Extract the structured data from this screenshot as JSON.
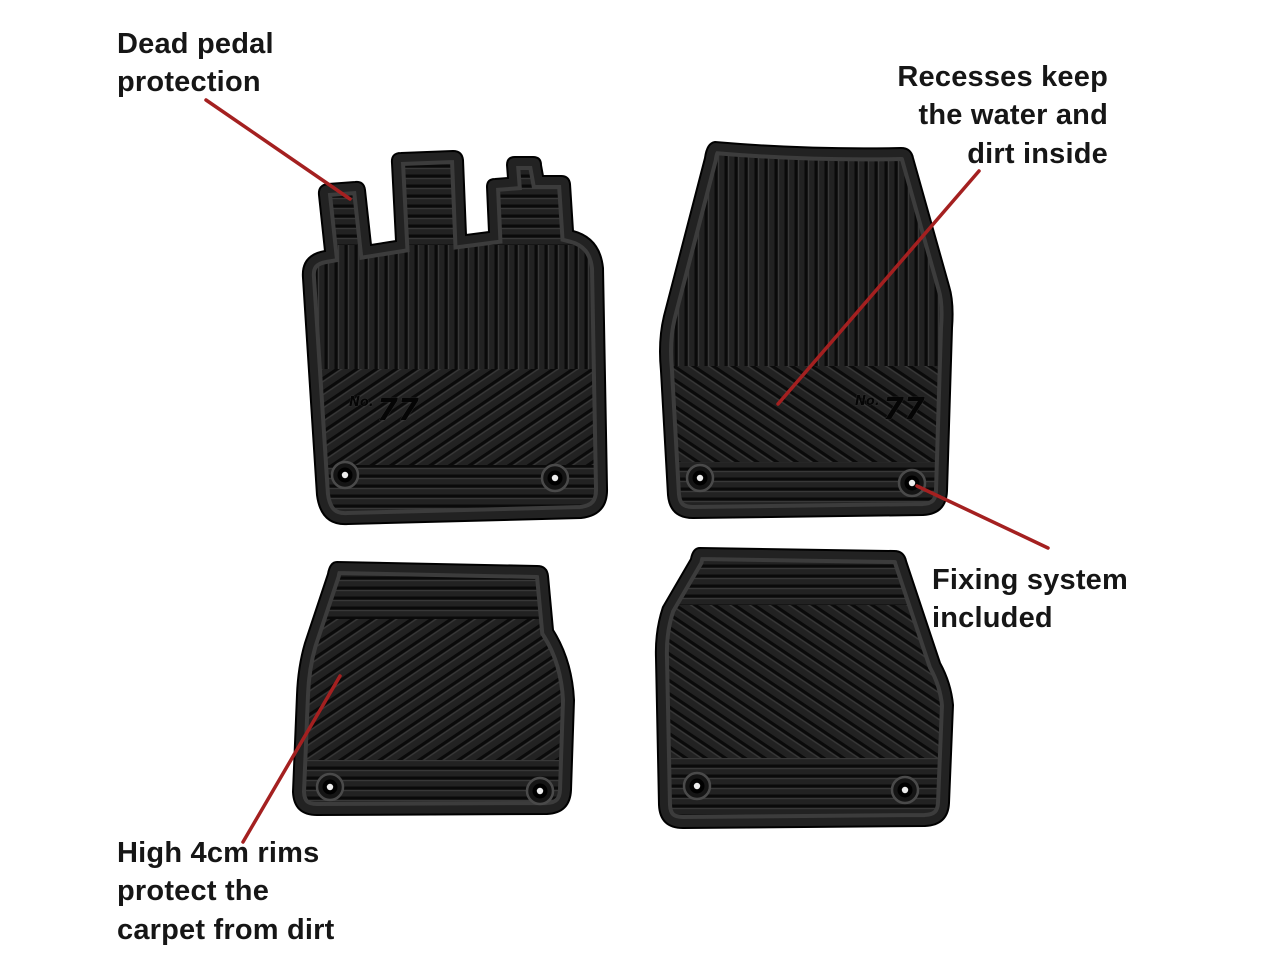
{
  "annotations": {
    "dead_pedal": {
      "text": "Dead pedal\nprotection"
    },
    "recesses": {
      "text": "Recesses keep\nthe water and\ndirt inside"
    },
    "fixing": {
      "text": "Fixing system\nincluded"
    },
    "rims": {
      "text": "High 4cm rims\nprotect the\ncarpet  from dirt"
    }
  },
  "mats": {
    "logo_prefix": "No.",
    "logo_number": "77",
    "items": [
      {
        "name": "front-left-mat"
      },
      {
        "name": "front-right-mat"
      },
      {
        "name": "rear-left-mat"
      },
      {
        "name": "rear-right-mat"
      }
    ]
  },
  "colors": {
    "background": "#ffffff",
    "mat": "#222222",
    "groove": "#0a0a0a",
    "groove_highlight": "#3a3a3a",
    "annotation_line": "#a42020",
    "text": "#161616"
  }
}
